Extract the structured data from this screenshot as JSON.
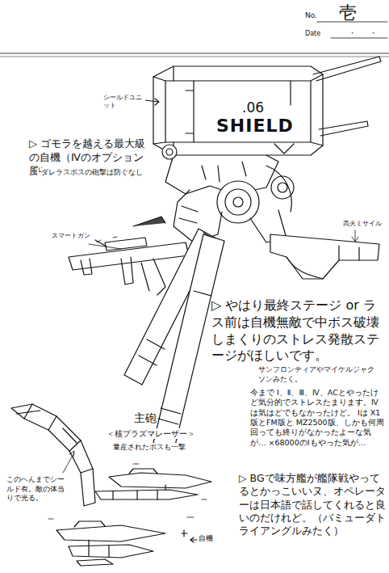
{
  "diagram": {
    "labels": [
      "No.",
      "壱",
      "Date",
      "・",
      "・",
      "シールドユニット",
      ".06",
      "SHIELD",
      "▷ ゴモラを越える最大級の自機（Ⅳのオプション風）",
      "└ダレラスボスの砲撃は防ぐなし",
      "スマートガン",
      "高火ミサイル",
      "▷ やはり最終ステージ or ラス前は自機無敵で中ボス破壊しまくりのストレス発散ステージがほしいです。",
      "サンフロンティアやマイケルジャクソンみたく。",
      "主砲",
      "＜核プラズマレーザー＞",
      "量産されたボスも一撃",
      "今まで Ⅰ、Ⅱ、Ⅲ、Ⅳ、ACとやったけど気分的でストレスたまります。Ⅳは気はどでもなかったけど。 Ⅰは X1版とFM版と MZ2500版、しかも何周回っても終りがなかったよーな気が… ×68000のⅠもやった気が…",
      "このへんまでシールド有。敵の体当りで光る。",
      "▷ BGで味方艦が艦隊戦やってるとかっこいいヌ、オペレーターは日本語で話してくれると良いのだけれど。（バミューダトライアングルみたく）",
      "自機"
    ]
  }
}
